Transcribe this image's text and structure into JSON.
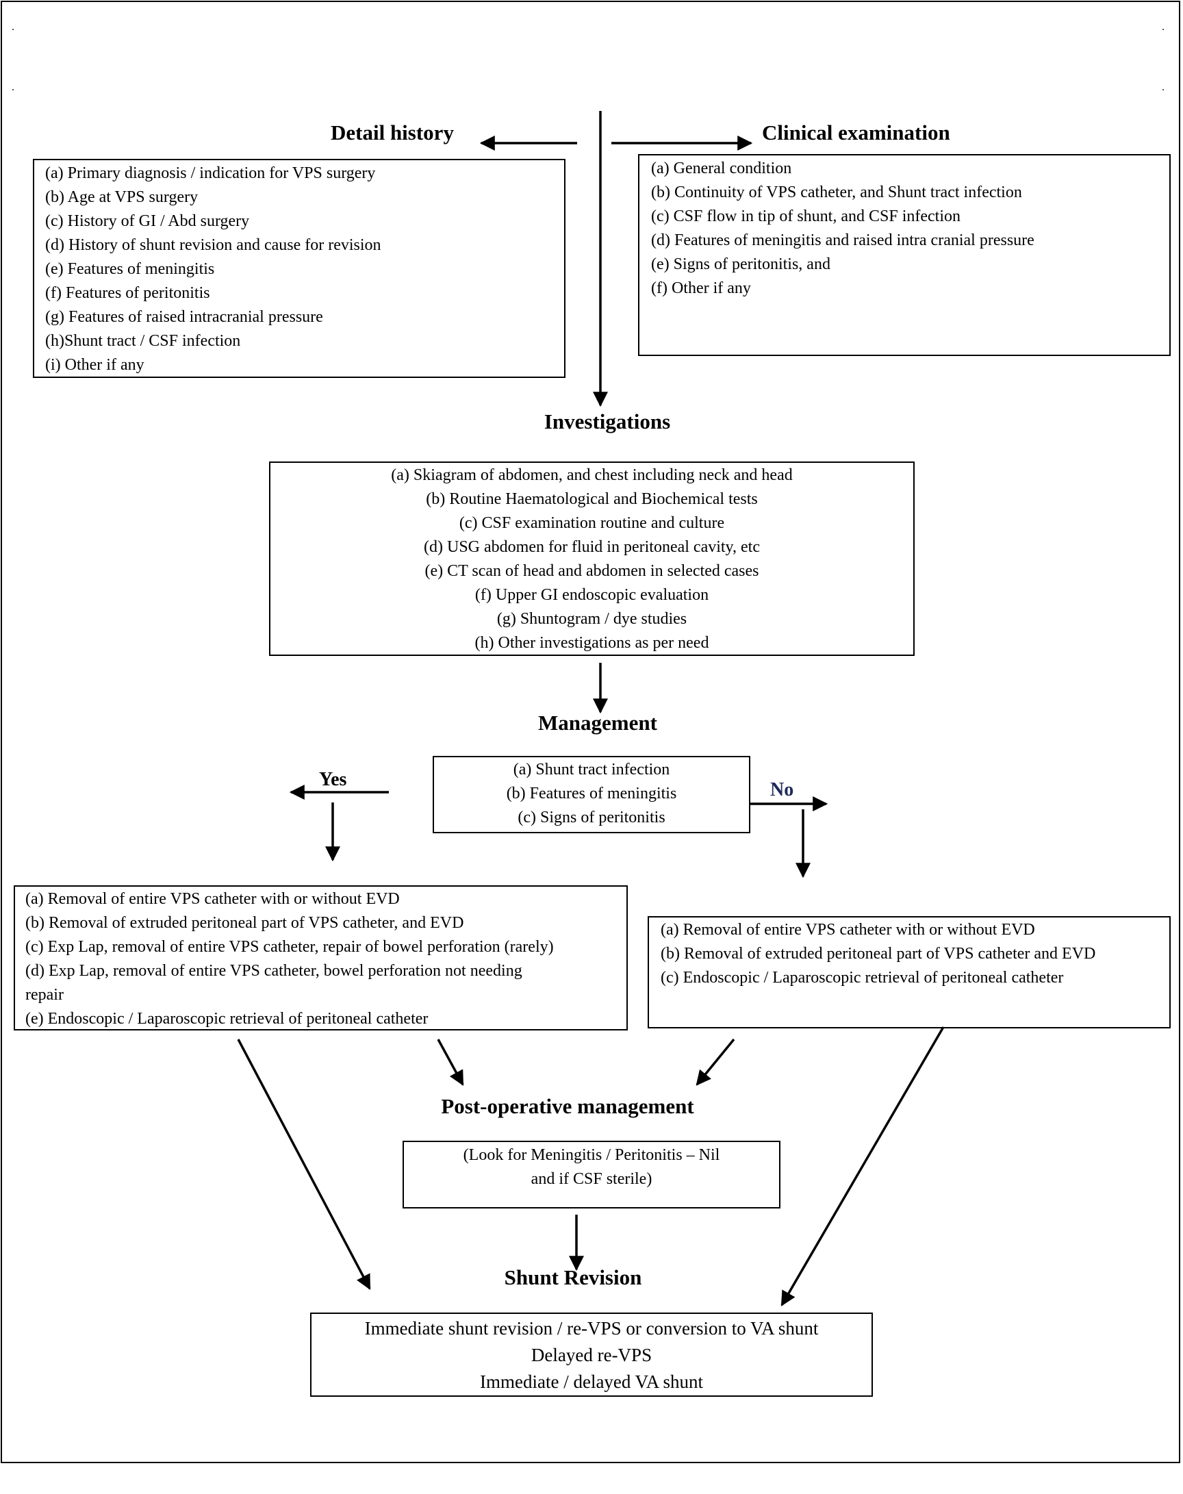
{
  "colors": {
    "ink": "#000000",
    "no_label": "#1f2a5a"
  },
  "flowchart": {
    "detail_history": {
      "title": "Detail history",
      "items": [
        "(a) Primary diagnosis / indication for VPS surgery",
        "(b) Age at VPS surgery",
        "(c) History of GI / Abd surgery",
        "(d) History of shunt revision and cause for revision",
        "(e) Features of meningitis",
        "(f) Features of peritonitis",
        "(g) Features of raised intracranial pressure",
        "(h)Shunt tract / CSF infection",
        "(i) Other if any"
      ]
    },
    "clinical_examination": {
      "title": "Clinical examination",
      "items": [
        "(a) General condition",
        "(b) Continuity of VPS catheter, and Shunt tract infection",
        "(c) CSF flow in tip of shunt, and CSF infection",
        "(d)  Features of meningitis and raised intra cranial pressure",
        "(e) Signs of peritonitis, and",
        "(f)  Other if any"
      ]
    },
    "investigations": {
      "title": "Investigations",
      "items": [
        "(a) Skiagram of abdomen, and chest including neck and head",
        "(b) Routine Haematological and Biochemical tests",
        "(c) CSF examination routine and culture",
        "(d) USG abdomen for fluid in peritoneal cavity, etc",
        "(e) CT scan of head and abdomen in selected cases",
        "(f) Upper GI endoscopic evaluation",
        "(g) Shuntogram / dye studies",
        "(h) Other investigations as per need"
      ]
    },
    "management": {
      "title": "Management",
      "criteria": [
        "(a) Shunt tract infection",
        "(b) Features of meningitis",
        "(c) Signs of peritonitis"
      ],
      "yes_label": "Yes",
      "no_label": "No",
      "yes_items": [
        "(a) Removal of entire VPS catheter with or without EVD",
        "(b) Removal of extruded peritoneal part of VPS catheter, and EVD",
        "(c) Exp Lap, removal of entire VPS catheter,  repair of bowel perforation (rarely)",
        "(d) Exp Lap, removal of entire VPS catheter,  bowel perforation not needing",
        "repair",
        "(e) Endoscopic / Laparoscopic retrieval of  peritoneal catheter"
      ],
      "no_items": [
        "(a) Removal of entire VPS catheter with or without EVD",
        "(b) Removal of extruded peritoneal part of VPS catheter and EVD",
        "(c) Endoscopic / Laparoscopic retrieval of  peritoneal catheter"
      ]
    },
    "postop": {
      "title": "Post-operative management",
      "items": [
        "(Look for Meningitis / Peritonitis  – Nil",
        "and if CSF sterile)"
      ]
    },
    "shunt_revision": {
      "title": "Shunt Revision",
      "items": [
        "Immediate shunt revision / re-VPS or conversion to VA shunt",
        "Delayed re-VPS",
        "Immediate / delayed VA shunt"
      ]
    }
  }
}
